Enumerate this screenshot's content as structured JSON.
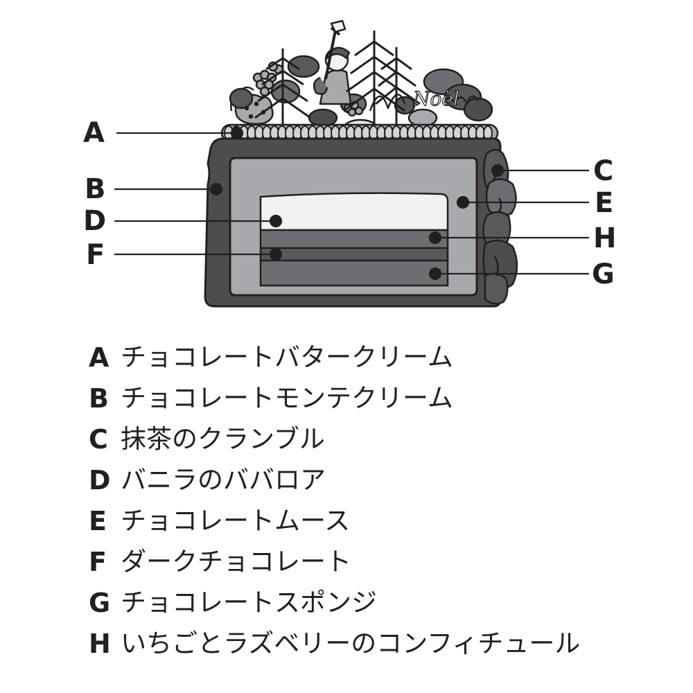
{
  "diagram": {
    "callouts_left": [
      "A",
      "B",
      "D",
      "F"
    ],
    "callouts_right": [
      "C",
      "E",
      "H",
      "G"
    ],
    "decoration_text": "Noël"
  },
  "legend": [
    {
      "letter": "A",
      "text": "チョコレートバタークリーム"
    },
    {
      "letter": "B",
      "text": "チョコレートモンテクリーム"
    },
    {
      "letter": "C",
      "text": "抹茶のクランブル"
    },
    {
      "letter": "D",
      "text": "バニラのババロア"
    },
    {
      "letter": "E",
      "text": "チョコレートムース"
    },
    {
      "letter": "F",
      "text": "ダークチョコレート"
    },
    {
      "letter": "G",
      "text": "チョコレートスポンジ"
    },
    {
      "letter": "H",
      "text": "いちごとラズベリーのコンフィチュール"
    }
  ],
  "colors": {
    "outline": "#231f20",
    "outer_cream": "#4d4d4f",
    "mousse": "#a7a9ac",
    "bavarois": "#f1f1f2",
    "confiture": "#6d6e71",
    "dark_chocolate": "#58595b",
    "sponge": "#6d6e71",
    "crumble": "#58595b"
  }
}
